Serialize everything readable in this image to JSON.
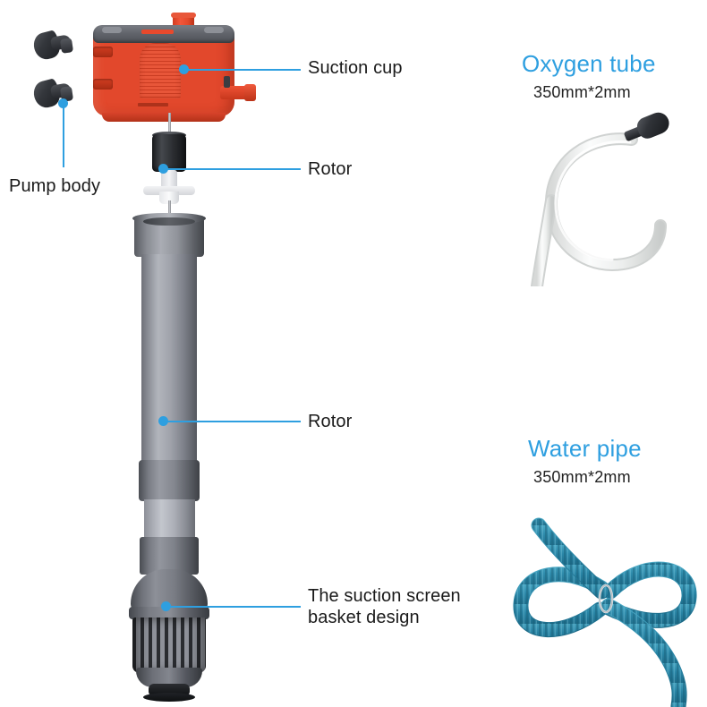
{
  "diagram": {
    "title": "Submersible pump exploded parts diagram",
    "accent_color": "#2e9fe0",
    "pump_body_color": "#e8492c",
    "tube_color": "#9a9da4",
    "water_pipe_color": "#2a87a8",
    "background": "#ffffff"
  },
  "callouts": [
    {
      "id": "pump-body",
      "label": "Pump body",
      "side": "left"
    },
    {
      "id": "suction-cup",
      "label": "Suction cup",
      "side": "right"
    },
    {
      "id": "rotor-top",
      "label": "Rotor",
      "side": "right"
    },
    {
      "id": "rotor-shaft",
      "label": "Rotor",
      "side": "right"
    },
    {
      "id": "screen-basket",
      "label": "The suction screen\nbasket design",
      "side": "right"
    }
  ],
  "panels": [
    {
      "id": "oxygen-tube",
      "title": "Oxygen tube",
      "spec": "350mm*2mm",
      "color": "#2e9fe0"
    },
    {
      "id": "water-pipe",
      "title": "Water pipe",
      "spec": "350mm*2mm",
      "color": "#2e9fe0"
    }
  ],
  "parts": {
    "suction_cups_count": 2,
    "pump_head": "orange-pump-housing",
    "rotor": "magnet-rotor-with-impeller",
    "intake_tube": "telescoping-gray-tube",
    "basket": "slotted-suction-screen-basket"
  }
}
